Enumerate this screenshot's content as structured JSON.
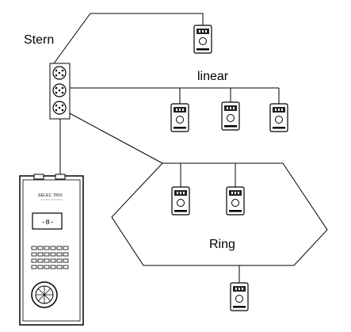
{
  "labels": {
    "stern": "Stern",
    "linear": "linear",
    "ring": "Ring"
  },
  "controller": {
    "brand": "SELEC TRIX",
    "display": "-8-"
  },
  "modules": [
    {
      "id": "top"
    },
    {
      "id": "linear-1"
    },
    {
      "id": "linear-2"
    },
    {
      "id": "linear-3"
    },
    {
      "id": "ring-1"
    },
    {
      "id": "ring-2"
    },
    {
      "id": "ring-bottom"
    }
  ],
  "colors": {
    "line": "#000000",
    "background": "#ffffff",
    "module_display": "#222222"
  }
}
